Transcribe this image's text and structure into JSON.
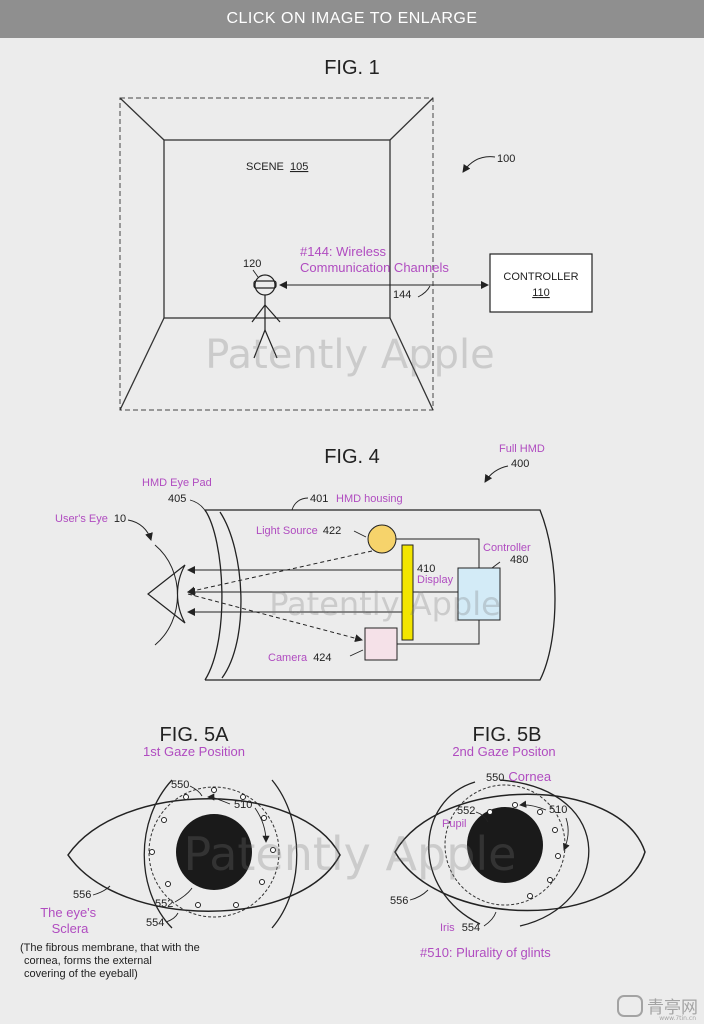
{
  "banner": {
    "label": "CLICK ON IMAGE TO ENLARGE"
  },
  "watermark": "Patently Apple",
  "fig1": {
    "title": "FIG. 1",
    "scene_label": "SCENE",
    "scene_ref": "105",
    "ref_100": "100",
    "ref_120": "120",
    "ref_144": "144",
    "wireless_line1": "#144: Wireless",
    "wireless_line2": "Communication Channels",
    "controller_label": "CONTROLLER",
    "controller_ref": "110"
  },
  "fig4": {
    "title": "FIG. 4",
    "full_hmd": "Full HMD",
    "ref_400": "400",
    "eye_pad": "HMD Eye Pad",
    "ref_405": "405",
    "ref_401": "401",
    "housing": "HMD housing",
    "users_eye": "User's Eye",
    "ref_10": "10",
    "light_source": "Light Source",
    "ref_422": "422",
    "ref_410": "410",
    "display": "Display",
    "controller": "Controller",
    "ref_480": "480",
    "camera": "Camera",
    "ref_424": "424",
    "colors": {
      "light_source": "#f6d36b",
      "display": "#f2e500",
      "controller": "#d3ebf7",
      "camera": "#f5e1e8"
    }
  },
  "fig5a": {
    "title": "FIG. 5A",
    "subtitle": "1st Gaze Position",
    "ref_550": "550",
    "ref_510": "510",
    "ref_552": "552",
    "ref_554": "554",
    "ref_556": "556",
    "sclera_line1": "The eye's",
    "sclera_line2": "Sclera",
    "note_line1": "(The fibrous membrane, that with the",
    "note_line2": "cornea, forms the external",
    "note_line3": "covering of the eyeball)"
  },
  "fig5b": {
    "title": "FIG. 5B",
    "subtitle": "2nd Gaze Positon",
    "ref_550": "550",
    "cornea": "Cornea",
    "ref_552": "552",
    "pupil": "Pupil",
    "ref_510": "510",
    "ref_556": "556",
    "iris": "Iris",
    "ref_554": "554",
    "glints": "#510: Plurality of glints"
  },
  "logo": {
    "name": "青亭网",
    "sub": "www.7tin.cn"
  }
}
